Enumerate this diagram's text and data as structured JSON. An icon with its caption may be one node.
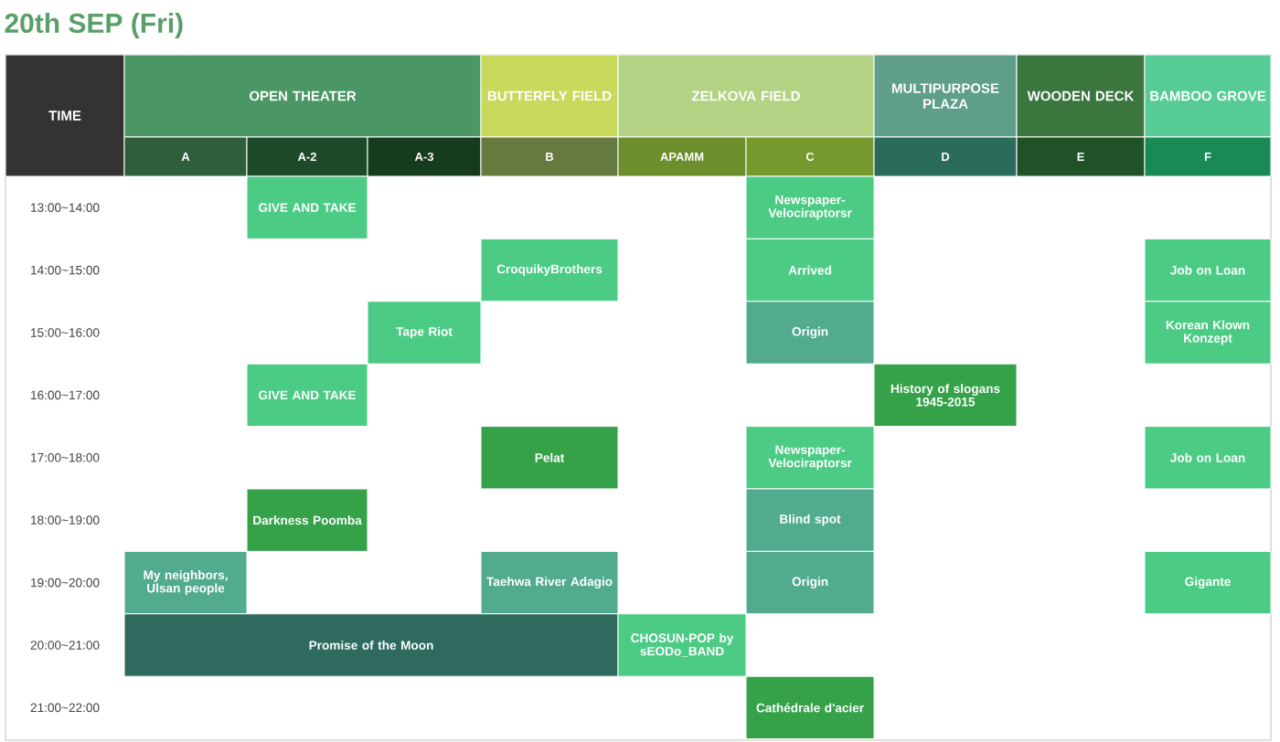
{
  "diagram": {
    "title": "20th SEP (Fri)",
    "nodes": [
      {
        "text": [
          "TIME"
        ]
      },
      {
        "text": [
          "OPEN THEATER"
        ]
      },
      {
        "text": [
          "BUTTERFLY FIELD"
        ]
      },
      {
        "text": [
          "ZELKOVA FIELD"
        ]
      },
      {
        "text": [
          "MULTIPURPOSE PLAZA"
        ]
      },
      {
        "text": [
          "WOODEN DECK"
        ]
      },
      {
        "text": [
          "BAMBOO GROVE"
        ]
      },
      {
        "text": [
          "A"
        ]
      },
      {
        "text": [
          "A-2"
        ]
      },
      {
        "text": [
          "A-3"
        ]
      },
      {
        "text": [
          "B"
        ]
      },
      {
        "text": [
          "APAMM"
        ]
      },
      {
        "text": [
          "C"
        ]
      },
      {
        "text": [
          "D"
        ]
      },
      {
        "text": [
          "E"
        ]
      },
      {
        "text": [
          "F"
        ]
      },
      {
        "text": [
          "GIVE AND TAKE"
        ]
      },
      {
        "text": [
          "Newspaper-Velociraptorsr"
        ]
      },
      {
        "text": [
          "CroquikyBrothers"
        ]
      },
      {
        "text": [
          "Arrived"
        ]
      },
      {
        "text": [
          "Job on Loan"
        ]
      },
      {
        "text": [
          "Tape Riot"
        ]
      },
      {
        "text": [
          "Origin"
        ]
      },
      {
        "text": [
          "Korean Klown Konzept"
        ]
      },
      {
        "text": [
          "GIVE AND TAKE"
        ]
      },
      {
        "text": [
          "History of slogans 1945-2015"
        ]
      },
      {
        "text": [
          "Pelat"
        ]
      },
      {
        "text": [
          "Newspaper-Velociraptorsr"
        ]
      },
      {
        "text": [
          "Job on Loan"
        ]
      },
      {
        "text": [
          "Darkness Poomba"
        ]
      },
      {
        "text": [
          "Blind spot"
        ]
      },
      {
        "text": [
          "My neighbors, Ulsan people"
        ]
      },
      {
        "text": [
          "Taehwa River Adagio"
        ]
      },
      {
        "text": [
          "Origin"
        ]
      },
      {
        "text": [
          "Gigante"
        ]
      },
      {
        "text": [
          "Promise of the Moon"
        ]
      },
      {
        "text": [
          "CHOSUN-POP by sEODo_BAND"
        ]
      },
      {
        "text": [
          "Cathédrale d'acier"
        ]
      }
    ],
    "labels": [
      "13:00~14:00",
      "14:00~15:00",
      "15:00~16:00",
      "16:00~17:00",
      "17:00~18:00",
      "18:00~19:00",
      "19:00~20:00",
      "20:00~21:00",
      "21:00~22:00"
    ]
  }
}
